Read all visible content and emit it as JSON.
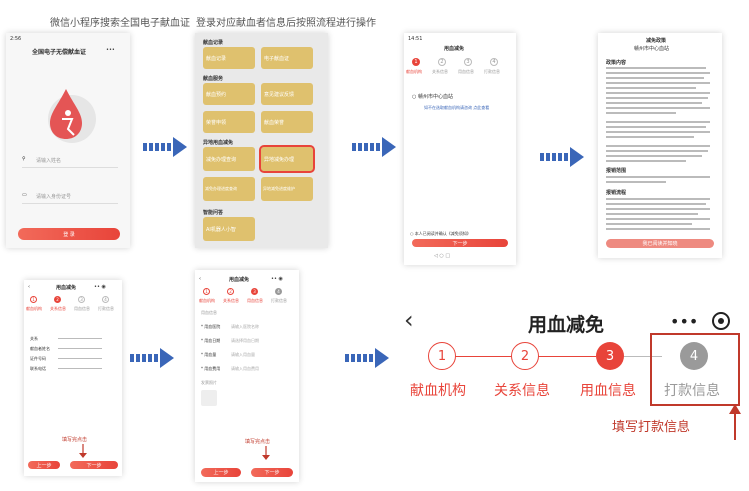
{
  "captions": {
    "top_left": "微信小程序搜索全国电子献血证",
    "top_center": "登录对应献血者信息后按照流程进行操作"
  },
  "phone1": {
    "status_time": "2:56",
    "title": "全国电子无偿献血证",
    "name_placeholder": "请输入姓名",
    "id_placeholder": "请输入身份证号",
    "login_label": "登 录"
  },
  "phone2": {
    "sections": [
      "献血记录",
      "献血服务",
      "异地用血减免",
      "智能问答"
    ],
    "tiles": [
      "献血记录",
      "电子献血证",
      "献血预约",
      "意见建议反馈",
      "荣誉申领",
      "献血荣誉",
      "减免办理查询",
      "异地减免办理",
      "减免办理进度查询",
      "异地减免进度维护",
      "AI机器人小智"
    ]
  },
  "phone3": {
    "status_time": "14:51",
    "title": "用血减免",
    "steps": [
      "献血机构",
      "关系信息",
      "用血信息",
      "打款信息"
    ],
    "option": "赣州市中心血站",
    "link": "如不在选取献血机构请咨询 点此查看",
    "agree": "本人已阅读并确认《减免须知》",
    "next_label": "下一步"
  },
  "phone4": {
    "title": "减免政策",
    "org": "赣州市中心血站",
    "h1": "政策内容",
    "h2": "报销范围",
    "h3": "报销流程",
    "btn_label": "我已阅读并知晓"
  },
  "phone5": {
    "title": "用血减免",
    "steps": [
      "献血机构",
      "关系信息",
      "用血信息",
      "打款信息"
    ],
    "rows": [
      "关系",
      "献血者姓名",
      "证件号码",
      "联系电话"
    ],
    "note": "填写完点击",
    "prev_label": "上一步",
    "next_label": "下一步"
  },
  "phone6": {
    "title": "用血减免",
    "steps": [
      "献血机构",
      "关系信息",
      "用血信息",
      "打款信息"
    ],
    "section": "用血信息",
    "rows": [
      "* 用血医院",
      "* 用血日期",
      "* 用血量",
      "* 用血费用"
    ],
    "placeholders": [
      "请输入医院名称",
      "请选择用血日期",
      "请输入用血量",
      "请输入用血费用"
    ],
    "upload_label": "发票照片",
    "note": "填写完点击",
    "prev_label": "上一步",
    "next_label": "下一步"
  },
  "zoom": {
    "title": "用血减免",
    "steps": [
      {
        "num": "1",
        "label": "献血机构"
      },
      {
        "num": "2",
        "label": "关系信息"
      },
      {
        "num": "3",
        "label": "用血信息"
      },
      {
        "num": "4",
        "label": "打款信息"
      }
    ],
    "callout": "填写打款信息"
  },
  "colors": {
    "accent": "#e8443a",
    "gold": "#dfc16e",
    "arrow": "#3a66b8",
    "grey_step": "#9a9a9a"
  }
}
